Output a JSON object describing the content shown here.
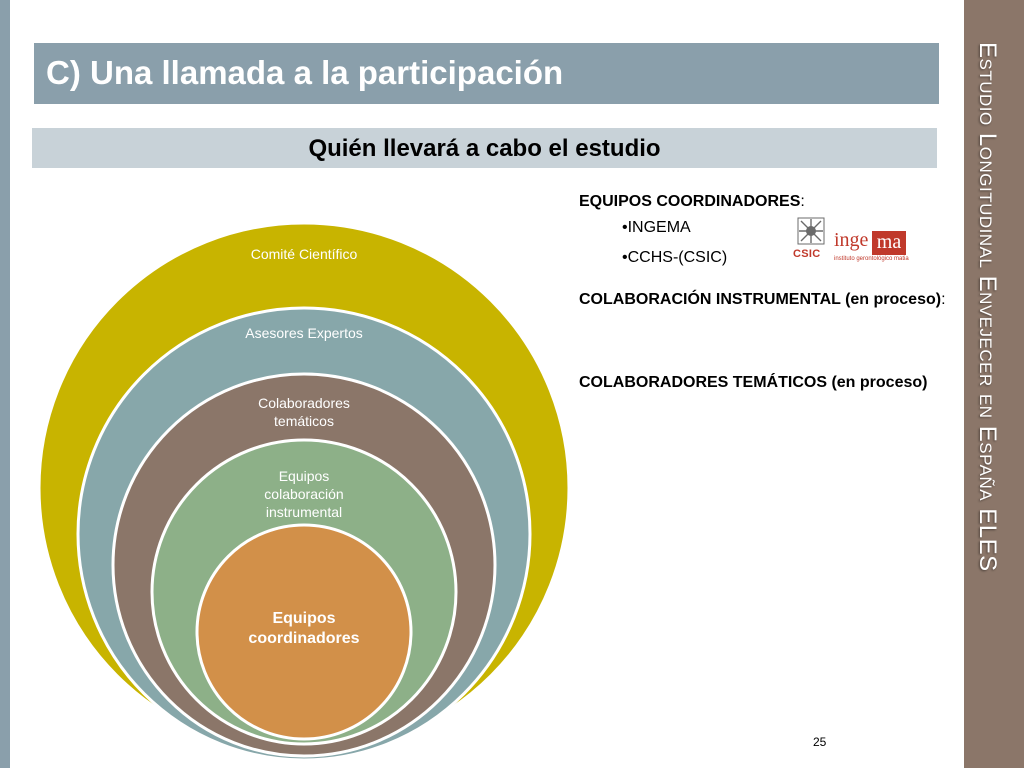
{
  "slide": {
    "title": "C) Una llamada a la participación",
    "subtitle": "Quién llevará a cabo el estudio",
    "side_title": "Estudio Longitudinal Envejecer en España ELES",
    "page_number": "25"
  },
  "diagram": {
    "circles": [
      {
        "label": "Comité Científico",
        "color": "#c8b400"
      },
      {
        "label": "Asesores Expertos",
        "color": "#87a7aa"
      },
      {
        "label": "Colaboradores temáticos",
        "color": "#8b7669"
      },
      {
        "label": "Equipos colaboración instrumental",
        "color": "#8db088"
      },
      {
        "label": "Equipos coordinadores",
        "color": "#d29049"
      }
    ]
  },
  "right_panel": {
    "coordinators_heading": "EQUIPOS COORDINADORES",
    "coordinators_colon": ":",
    "coordinators": [
      "•INGEMA",
      "•CCHS-(CSIC)"
    ],
    "instrumental_heading": "COLABORACIÓN INSTRUMENTAL (en proceso)",
    "instrumental_colon": ":",
    "thematic_heading": "COLABORADORES TEMÁTICOS (en proceso)"
  },
  "logos": {
    "csic": "CSIC",
    "ingema_prefix": "inge",
    "ingema_box": "ma",
    "ingema_sub": "instituto gerontológico matia"
  }
}
